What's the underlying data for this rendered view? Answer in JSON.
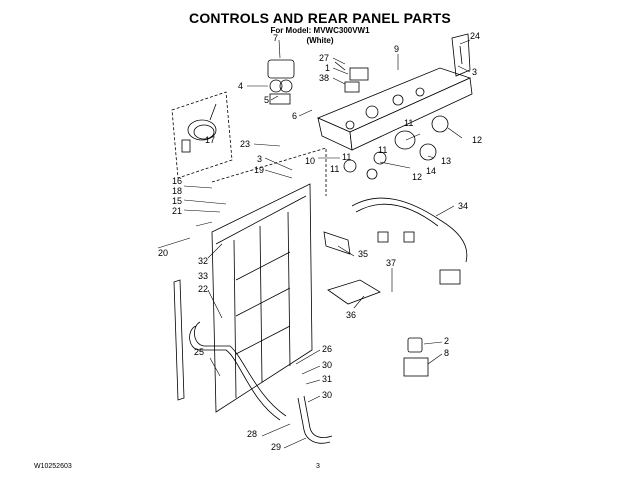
{
  "header": {
    "title": "CONTROLS AND REAR PANEL PARTS",
    "model": "For Model: MVWC300VW1",
    "color": "(White)"
  },
  "footer": {
    "doc_number": "W10252603",
    "page": "3"
  },
  "callouts": [
    "1",
    "2",
    "3",
    "4",
    "5",
    "6",
    "7",
    "8",
    "9",
    "10",
    "11",
    "12",
    "13",
    "14",
    "15",
    "16",
    "17",
    "18",
    "19",
    "20",
    "21",
    "22",
    "23",
    "24",
    "25",
    "26",
    "27",
    "28",
    "29",
    "30",
    "31",
    "32",
    "33",
    "34",
    "35",
    "36",
    "37",
    "38"
  ]
}
